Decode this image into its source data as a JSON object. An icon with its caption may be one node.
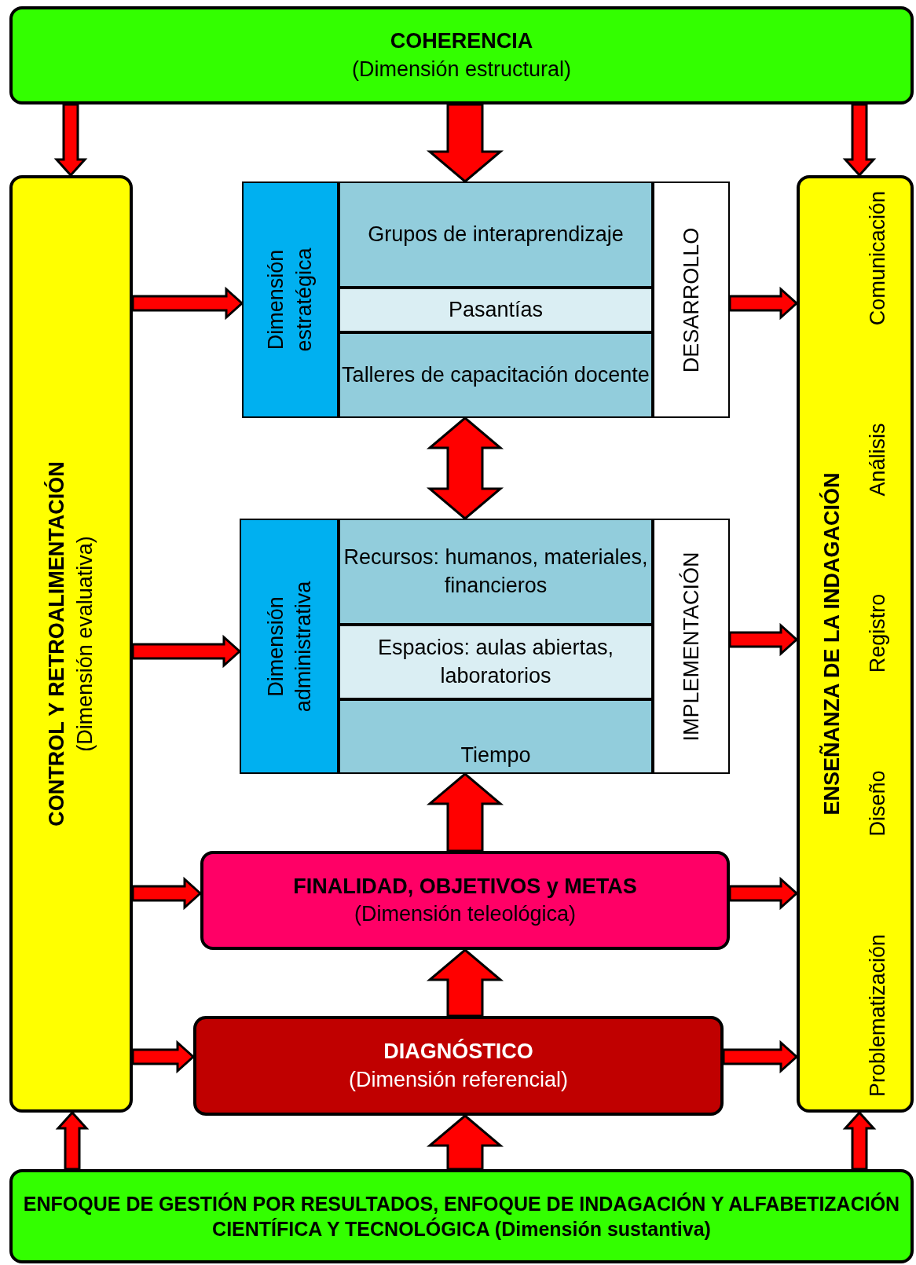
{
  "diagram": {
    "nodes": [
      {
        "text": [
          "COHERENCIA",
          "(Dimensión estructural)"
        ]
      },
      {
        "text": [
          "CONTROL Y RETROALIMENTACIÓN",
          "(Dimensión evaluativa)"
        ]
      },
      {
        "text": [],
        "shape": "box"
      },
      {
        "text": [
          "Dimensión estratégica"
        ],
        "in": 2
      },
      {
        "text": [
          "Grupos de interaprendizaje"
        ],
        "in": 2
      },
      {
        "text": [
          "Pasantías"
        ],
        "in": 2
      },
      {
        "text": [
          "Talleres de capacitación docente"
        ],
        "in": 2
      },
      {
        "text": [
          "DESARROLLO"
        ],
        "in": 2
      },
      {
        "text": [],
        "shape": "box"
      },
      {
        "text": [
          "Dimensión administrativa"
        ],
        "in": 8
      },
      {
        "text": [
          "Recursos: humanos, materiales, financieros"
        ],
        "in": 8
      },
      {
        "text": [
          "Espacios: aulas abiertas, laboratorios"
        ],
        "in": 8
      },
      {
        "text": [
          "Tiempo"
        ],
        "in": 8
      },
      {
        "text": [
          "IMPLEMENTACIÓN"
        ],
        "in": 8
      },
      {
        "text": [
          "ENSEÑANZA DE LA INDAGACIÓN",
          "Problematización",
          "Diseño",
          "Registro",
          "Análisis",
          "Comunicación"
        ]
      },
      {
        "text": [
          "FINALIDAD, OBJETIVOS y METAS",
          "(Dimensión teleológica)"
        ]
      },
      {
        "text": [
          "DIAGNÓSTICO",
          "(Dimensión referencial)"
        ]
      },
      {
        "text": [
          "ENFOQUE DE GESTIÓN POR RESULTADOS, ENFOQUE DE INDAGACIÓN Y ALFABETIZACIÓN CIENTÍFICA Y TECNOLÓGICA (Dimensión sustantiva)"
        ]
      }
    ],
    "edges": [
      {
        "from": 0,
        "to": 1,
        "arrow": "to"
      },
      {
        "from": 0,
        "to": 2,
        "arrow": "to",
        "style": "thick"
      },
      {
        "from": 0,
        "to": 14,
        "arrow": "to"
      },
      {
        "from": 1,
        "to": 2,
        "arrow": "to"
      },
      {
        "from": 1,
        "to": 8,
        "arrow": "to"
      },
      {
        "from": 1,
        "to": 15,
        "arrow": "to"
      },
      {
        "from": 1,
        "to": 16,
        "arrow": "to"
      },
      {
        "from": 2,
        "to": 14,
        "arrow": "to"
      },
      {
        "from": 8,
        "to": 14,
        "arrow": "to"
      },
      {
        "from": 15,
        "to": 14,
        "arrow": "to"
      },
      {
        "from": 16,
        "to": 14,
        "arrow": "to"
      },
      {
        "from": 2,
        "to": 8,
        "arrow": "both",
        "style": "thick"
      },
      {
        "from": 15,
        "to": 8,
        "arrow": "to",
        "style": "thick"
      },
      {
        "from": 16,
        "to": 15,
        "arrow": "to",
        "style": "thick"
      },
      {
        "from": 17,
        "to": 1,
        "arrow": "to"
      },
      {
        "from": 17,
        "to": 16,
        "arrow": "to",
        "style": "thick"
      },
      {
        "from": 17,
        "to": 14,
        "arrow": "to"
      }
    ]
  }
}
